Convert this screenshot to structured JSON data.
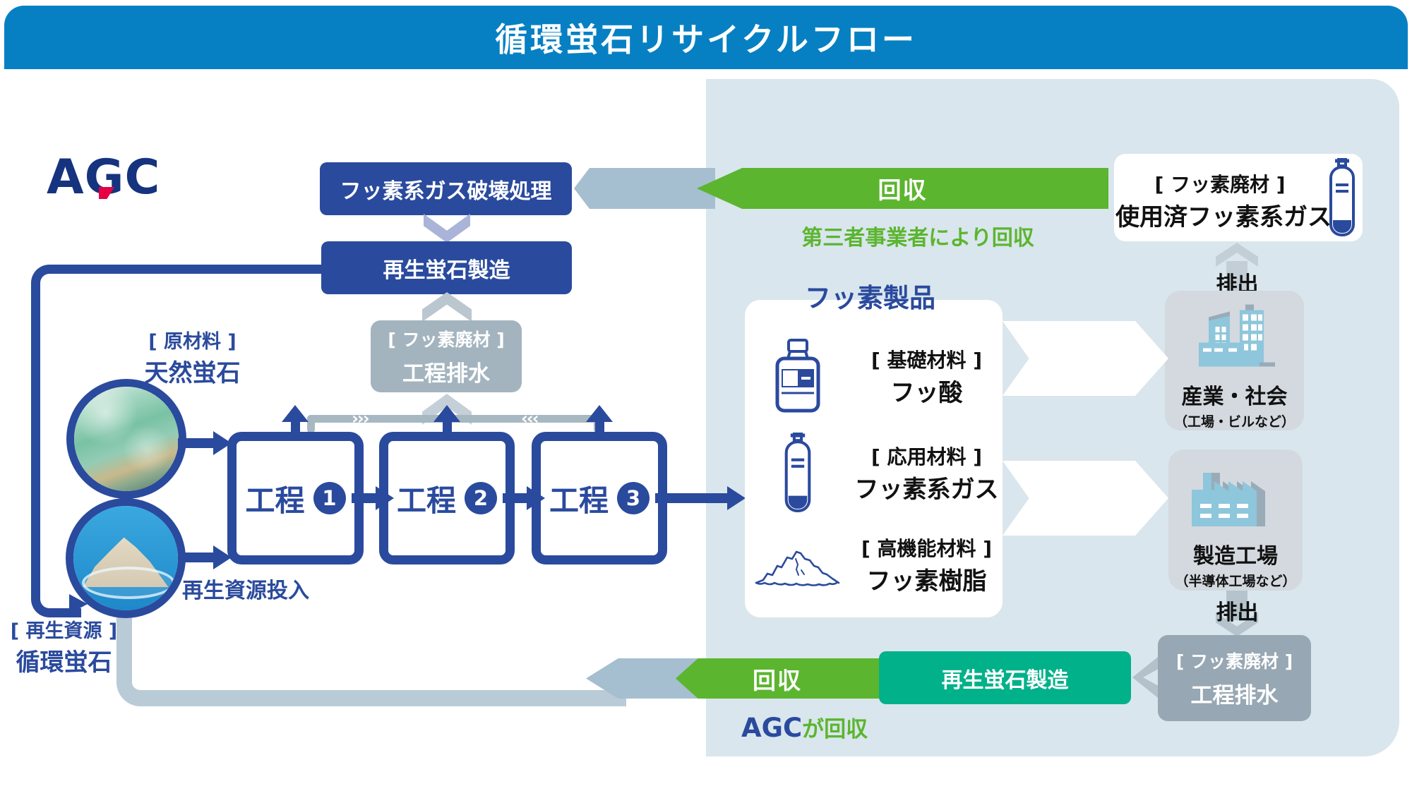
{
  "title": "循環蛍石リサイクルフロー",
  "logo": "AGC",
  "top_flow": {
    "gas_destruction": "フッ素系ガス破壊処理",
    "regen_manufacturing": "再生蛍石製造",
    "waste_tag": "[ フッ素廃材 ]",
    "waste_name": "工程排水",
    "flow_right_marks": "›››",
    "flow_left_marks": "‹‹‹"
  },
  "materials": {
    "raw_tag": "[ 原材料 ]",
    "raw_name": "天然蛍石",
    "recycled_tag": "[ 再生資源 ]",
    "recycled_name": "循環蛍石",
    "recycled_input": "再生資源投入"
  },
  "processes": [
    {
      "label": "工程",
      "num": "1"
    },
    {
      "label": "工程",
      "num": "2"
    },
    {
      "label": "工程",
      "num": "3"
    }
  ],
  "products": {
    "title": "フッ素製品",
    "rows": [
      {
        "tag": "[ 基礎材料 ]",
        "name": "フッ酸"
      },
      {
        "tag": "[ 応用材料 ]",
        "name": "フッ素系ガス"
      },
      {
        "tag": "[ 高機能材料 ]",
        "name": "フッ素樹脂"
      }
    ]
  },
  "right_flow": {
    "recovery_top": "回収",
    "recovery_top_note": "第三者事業者により回収",
    "used_gas_tag": "[ フッ素廃材 ]",
    "used_gas_name": "使用済フッ素系ガス",
    "emission_top": "排出",
    "industry_name": "産業・社会",
    "industry_sub": "（工場・ビルなど）",
    "factory_name": "製造工場",
    "factory_sub": "（半導体工場など）",
    "emission_bottom": "排出",
    "waste_tag": "[ フッ素廃材 ]",
    "waste_name": "工程排水",
    "regen_manufacturing": "再生蛍石製造",
    "recovery_bottom": "回収",
    "recovery_bottom_agc": "AGC",
    "recovery_bottom_note": "が回収"
  },
  "colors": {
    "title_band": "#0680c3",
    "navy": "#2a4a9d",
    "panel": "#d9e6ed",
    "green": "#5cb52f",
    "teal": "#00b189",
    "gray_arrow": "#a5bfd0",
    "waste_gray": "#97a7b3",
    "agc_red": "#e60044"
  }
}
